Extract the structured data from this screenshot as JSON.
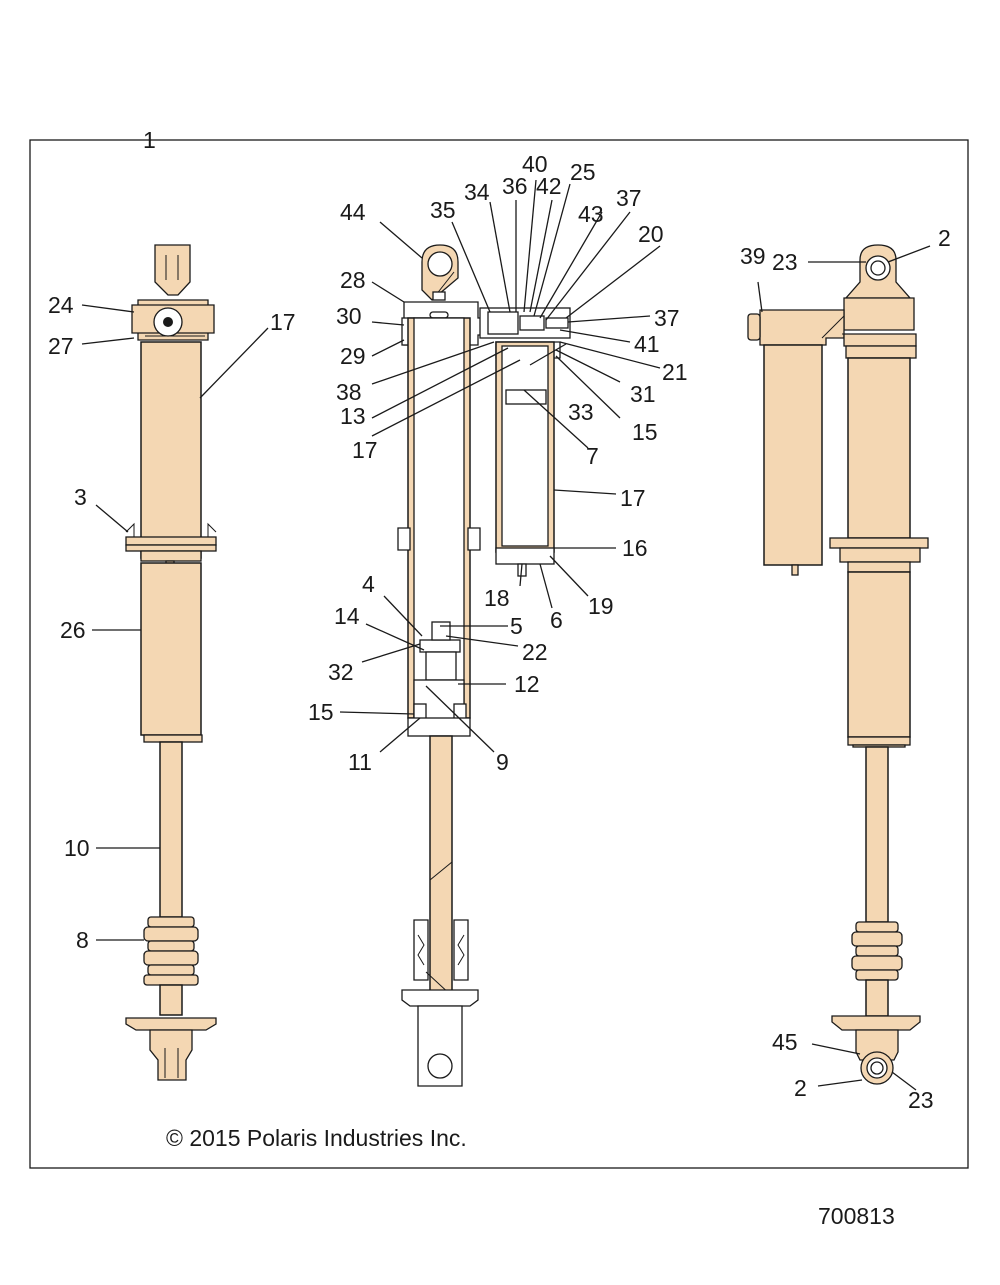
{
  "figure_number": "700813",
  "copyright": "© 2015 Polaris Industries Inc.",
  "callouts": {
    "c1": "1",
    "c24": "24",
    "c27": "27",
    "c17a": "17",
    "c3": "3",
    "c26": "26",
    "c10": "10",
    "c8": "8",
    "c44": "44",
    "c28": "28",
    "c30": "30",
    "c29": "29",
    "c38": "38",
    "c13": "13",
    "c17b": "17",
    "c35": "35",
    "c34": "34",
    "c36": "36",
    "c40": "40",
    "c42": "42",
    "c25": "25",
    "c43": "43",
    "c37a": "37",
    "c20": "20",
    "c37b": "37",
    "c41": "41",
    "c21": "21",
    "c31": "31",
    "c33": "33",
    "c15a": "15",
    "c7": "7",
    "c17c": "17",
    "c16": "16",
    "c18": "18",
    "c6": "6",
    "c19": "19",
    "c4": "4",
    "c14": "14",
    "c5": "5",
    "c22": "22",
    "c32": "32",
    "c12": "12",
    "c15b": "15",
    "c11": "11",
    "c9": "9",
    "c39": "39",
    "c23a": "23",
    "c2a": "2",
    "c45": "45",
    "c2b": "2",
    "c23b": "23"
  },
  "colors": {
    "fill": "#f4d7b3",
    "line": "#1a1a1a",
    "background": "#ffffff"
  }
}
